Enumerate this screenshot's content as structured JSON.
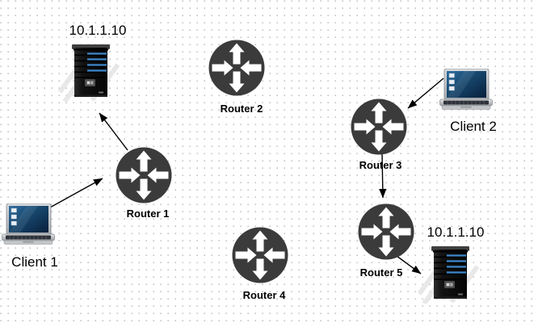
{
  "diagram": {
    "kind": "network-topology",
    "nodes": {
      "server1": {
        "label": "10.1.1.10",
        "type": "server",
        "icon": "server-tower-icon"
      },
      "server2": {
        "label": "10.1.1.10",
        "type": "server",
        "icon": "server-tower-icon"
      },
      "client1": {
        "label": "Client 1",
        "type": "client",
        "icon": "laptop-icon"
      },
      "client2": {
        "label": "Client 2",
        "type": "client",
        "icon": "laptop-icon"
      },
      "router1": {
        "label": "Router 1",
        "type": "router",
        "icon": "router-icon"
      },
      "router2": {
        "label": "Router 2",
        "type": "router",
        "icon": "router-icon"
      },
      "router3": {
        "label": "Router 3",
        "type": "router",
        "icon": "router-icon"
      },
      "router4": {
        "label": "Router 4",
        "type": "router",
        "icon": "router-icon"
      },
      "router5": {
        "label": "Router 5",
        "type": "router",
        "icon": "router-icon"
      }
    },
    "edges": [
      {
        "from": "client1",
        "to": "router1",
        "style": "solid-arrow"
      },
      {
        "from": "router1",
        "to": "server1",
        "style": "solid-arrow"
      },
      {
        "from": "client2",
        "to": "router3",
        "style": "solid-arrow"
      },
      {
        "from": "router3",
        "to": "router5",
        "style": "solid-arrow"
      },
      {
        "from": "router5",
        "to": "server2",
        "style": "solid-arrow"
      }
    ],
    "colors": {
      "canvas_background": "#ffffff",
      "grid_dot": "#c7cbd0",
      "router_fill": "#3b3b3b",
      "router_arrows": "#ffffff",
      "connector": "#000000",
      "label_text": "#000000",
      "server_stripe_blue": "#3d85c6",
      "laptop_screen_blue": "#16456b"
    }
  }
}
